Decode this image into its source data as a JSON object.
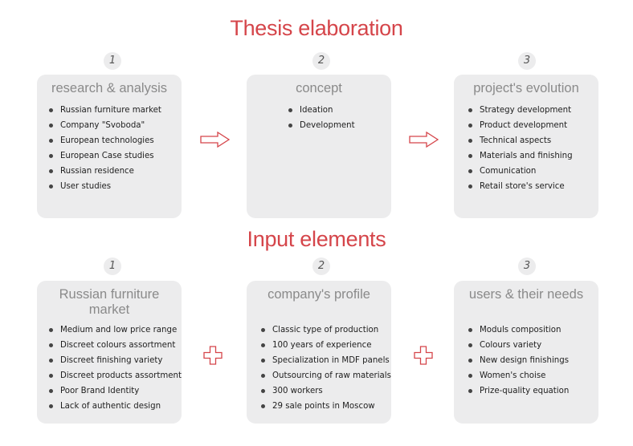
{
  "titles": {
    "top": "Thesis elaboration",
    "bottom": "Input elements"
  },
  "colors": {
    "accent": "#d5454a",
    "card_background": "#ececed",
    "card_title": "#8a8a8a"
  },
  "thesis": {
    "cards": [
      {
        "number": "1",
        "title": "research & analysis",
        "items": [
          "Russian furniture market",
          "Company \"Svoboda\"",
          "European technologies",
          "European Case studies",
          "Russian residence",
          "User studies"
        ]
      },
      {
        "number": "2",
        "title": "concept",
        "items": [
          "Ideation",
          "Development"
        ]
      },
      {
        "number": "3",
        "title": "project's evolution",
        "items": [
          "Strategy development",
          "Product development",
          "Technical aspects",
          "Materials and finishing",
          "Comunication",
          "Retail store's service"
        ]
      }
    ],
    "connector_icon": "outline-arrow-right-icon"
  },
  "inputs": {
    "cards": [
      {
        "number": "1",
        "title_line1": "Russian furniture",
        "title_line2": "market",
        "items": [
          "Medium and low price range",
          "Discreet colours assortment",
          "Discreet finishing variety",
          "Discreet products assortment",
          "Poor Brand Identity",
          "Lack of authentic design"
        ]
      },
      {
        "number": "2",
        "title": "company's profile",
        "items": [
          "Classic type of production",
          "100 years of experience",
          "Specialization in MDF panels",
          "Outsourcing of raw materials",
          "300 workers",
          "29 sale points in Moscow"
        ]
      },
      {
        "number": "3",
        "title": "users & their needs",
        "items": [
          "Moduls composition",
          "Colours variety",
          "New design finishings",
          "Women's choise",
          "Prize-quality equation"
        ]
      }
    ],
    "connector_icon": "outline-plus-icon"
  }
}
